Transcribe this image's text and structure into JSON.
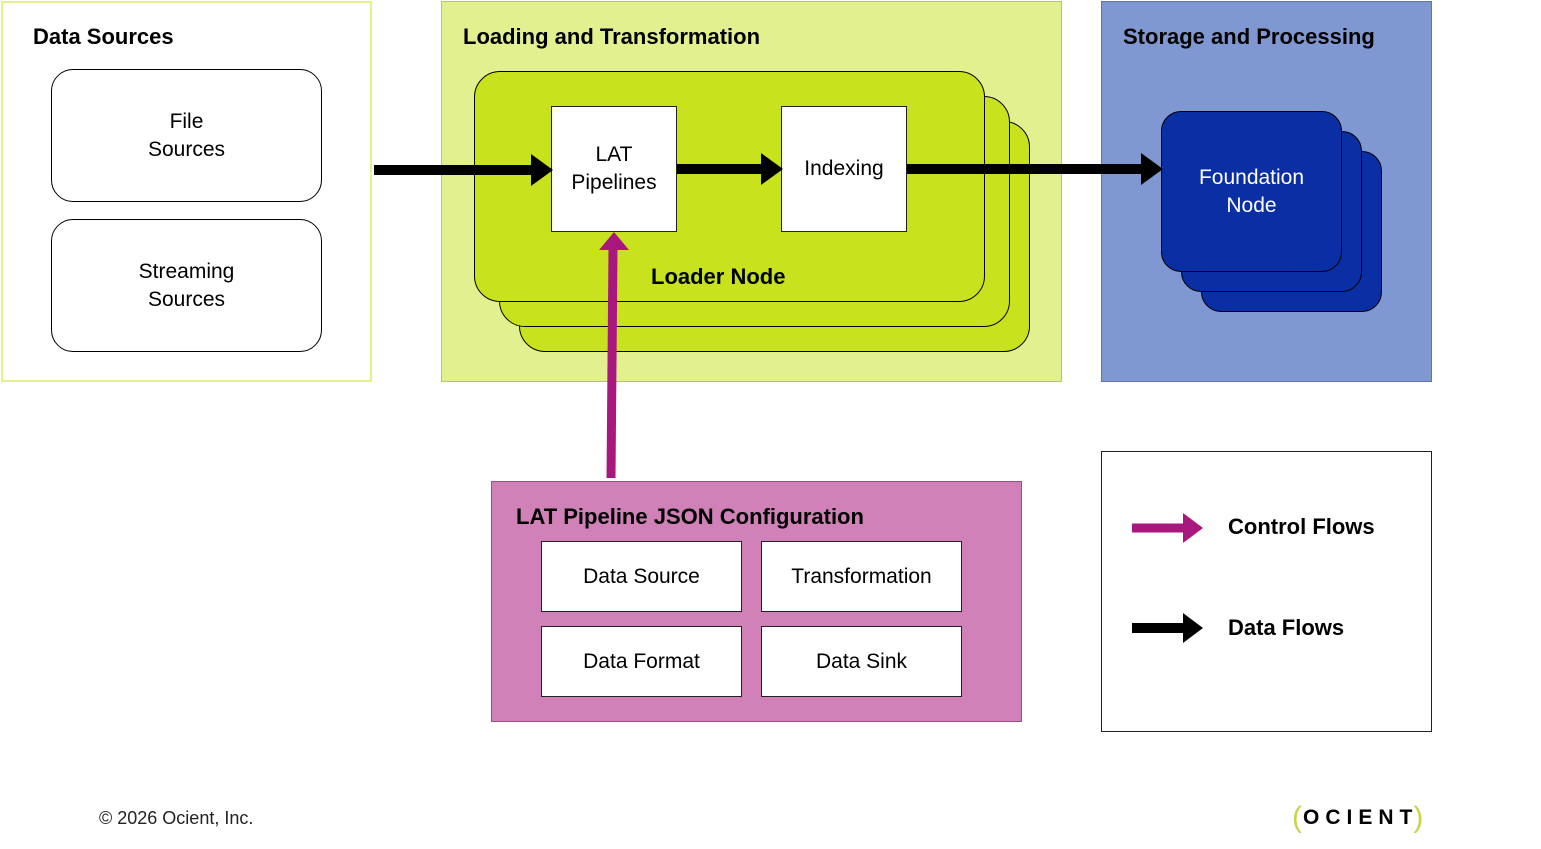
{
  "panels": {
    "data_sources": {
      "title": "Data Sources"
    },
    "loading": {
      "title": "Loading and Transformation"
    },
    "storage": {
      "title": "Storage and Processing"
    },
    "config": {
      "title": "LAT Pipeline JSON Configuration"
    }
  },
  "sources": {
    "file": {
      "line1": "File",
      "line2": "Sources"
    },
    "streaming": {
      "line1": "Streaming",
      "line2": "Sources"
    }
  },
  "loader": {
    "pipelines": {
      "line1": "LAT",
      "line2": "Pipelines"
    },
    "indexing": "Indexing",
    "node_label": "Loader Node"
  },
  "foundation": {
    "line1": "Foundation",
    "line2": "Node"
  },
  "config_items": {
    "data_source": "Data Source",
    "transformation": "Transformation",
    "data_format": "Data Format",
    "data_sink": "Data Sink"
  },
  "legend": {
    "control": "Control Flows",
    "data": "Data Flows"
  },
  "footer": {
    "copyright": "© 2026 Ocient, Inc.",
    "logo": "OCIENT"
  },
  "colors": {
    "data_sources_border": "#e6f08c",
    "loading_bg": "#e2f08f",
    "loader_card": "#c8e31e",
    "storage_bg": "#7f98d1",
    "foundation_card": "#0a2ea3",
    "config_bg": "#d081b8",
    "control_arrow": "#a8177d",
    "data_arrow": "#000000",
    "logo_bracket": "#c8d44a"
  }
}
